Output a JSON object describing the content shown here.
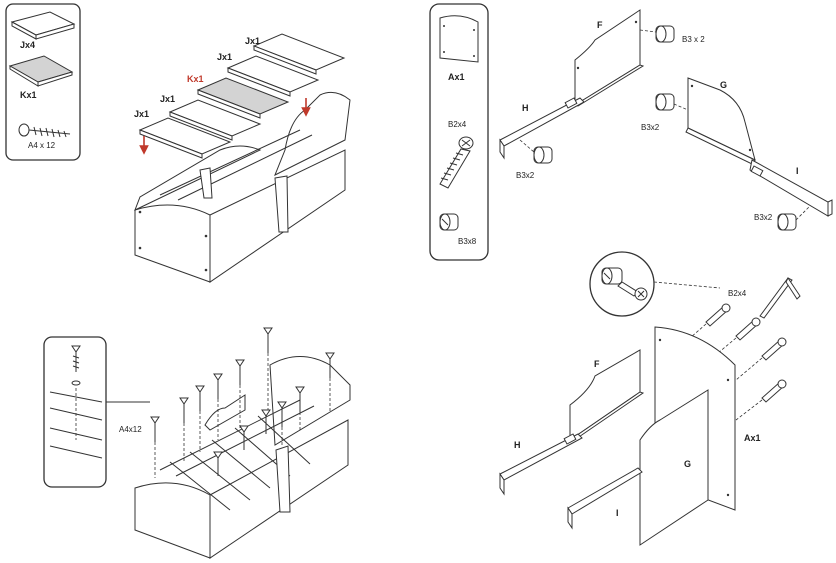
{
  "panel_top_left": {
    "legend": {
      "slat": "Jx4",
      "board": "Kx1",
      "screw": "A4 x 12"
    },
    "labels": {
      "j1": "Jx1",
      "j2": "Jx1",
      "k": "Kx1",
      "j3": "Jx1",
      "j4": "Jx1"
    }
  },
  "panel_top_right": {
    "legend": {
      "headboard": "Ax1",
      "bolt": "B2x4",
      "cam": "B3x8"
    },
    "labels": {
      "f": "F",
      "cam1": "B3 x 2",
      "h": "H",
      "cam2": "B3x2",
      "g": "G",
      "cam3": "B3x2",
      "i": "I",
      "cam4": "B3x2"
    }
  },
  "panel_bottom_left": {
    "labels": {
      "screw": "A4x12"
    }
  },
  "panel_bottom_right": {
    "labels": {
      "bolt": "B2x4",
      "f": "F",
      "h": "H",
      "g": "G",
      "i": "I",
      "headboard": "Ax1"
    }
  },
  "colors": {
    "highlight": "#c0392b",
    "line": "#333333",
    "fill_grey": "#d3d3d3"
  }
}
